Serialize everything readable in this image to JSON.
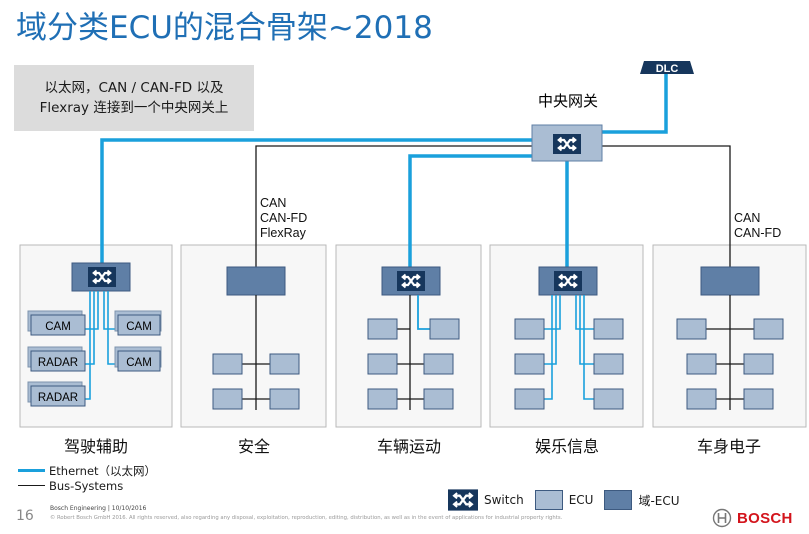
{
  "title": "域分类ECU的混合骨架~2018",
  "note": {
    "line1": "以太网，CAN / CAN-FD 以及",
    "line2": "Flexray 连接到一个中央网关上"
  },
  "gateway": {
    "label": "中央网关",
    "dlc_label": "DLC"
  },
  "bus_labels": {
    "safety": [
      "CAN",
      "CAN-FD",
      "FlexRay"
    ],
    "body": [
      "CAN",
      "CAN-FD"
    ]
  },
  "adas_nodes": [
    "CAM",
    "RADAR",
    "RADAR",
    "CAM",
    "CAM"
  ],
  "domains": [
    "驾驶辅助",
    "安全",
    "车辆运动",
    "娱乐信息",
    "车身电子"
  ],
  "legend": {
    "ethernet": "Ethernet（以太网）",
    "bus": "Bus-Systems",
    "switch": "Switch",
    "ecu": "ECU",
    "domain_ecu": "域-ECU"
  },
  "footer": {
    "page": "16",
    "line1": "Bosch Engineering | 10/10/2016",
    "line2": "© Robert Bosch GmbH 2016. All rights reserved, also regarding any disposal, exploitation, reproduction, editing, distribution, as well as in the event of applications for industrial property rights."
  },
  "brand": "BOSCH",
  "colors": {
    "ethernet": "#1aa0dc",
    "bus": "#1a1a1a",
    "switch_fill": "#16365c",
    "ecu_fill": "#aabdd3",
    "domain_ecu_fill": "#5f7fa6",
    "title": "#1f6fb5",
    "brand_red": "#d3141c"
  },
  "icons": [
    "switch-icon",
    "bosch-logo-icon"
  ]
}
